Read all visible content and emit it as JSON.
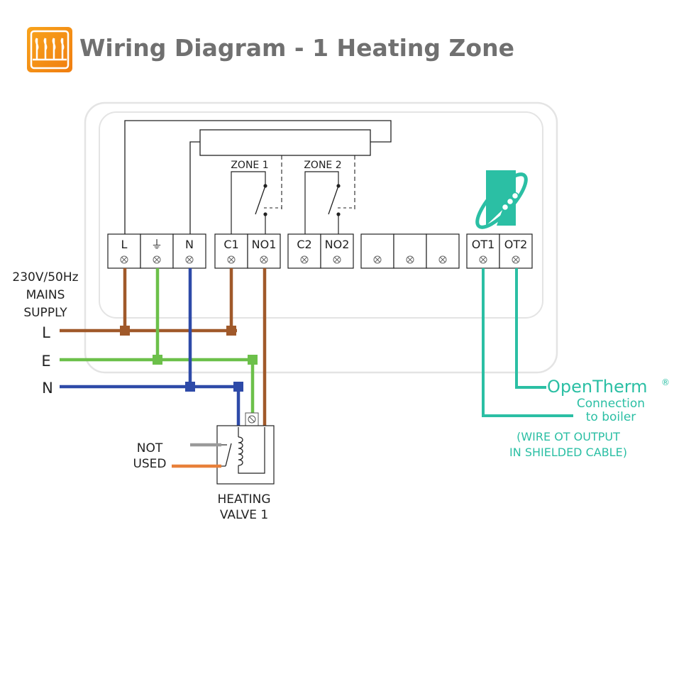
{
  "header": {
    "title": "Wiring Diagram - 1 Heating Zone",
    "icon": "wiring-terminal-icon"
  },
  "terminals": {
    "block1": [
      "L",
      "⏚",
      "N"
    ],
    "block2": [
      "C1",
      "NO1"
    ],
    "block3": [
      "C2",
      "NO2"
    ],
    "block5": [
      "OT1",
      "OT2"
    ]
  },
  "zones": {
    "zone1": "ZONE 1",
    "zone2": "ZONE 2"
  },
  "mains": {
    "line1": "230V/50Hz",
    "line2": "MAINS",
    "line3": "SUPPLY",
    "L": "L",
    "E": "E",
    "N": "N"
  },
  "valve": {
    "not_used_1": "NOT",
    "not_used_2": "USED",
    "label_1": "HEATING",
    "label_2": "VALVE 1"
  },
  "opentherm": {
    "brand": "OpenTherm",
    "reg": "®",
    "connection_1": "Connection",
    "connection_2": "to boiler",
    "note_1": "(WIRE OT OUTPUT",
    "note_2": "IN SHIELDED CABLE)"
  },
  "colors": {
    "live": "#a0592a",
    "earth": "#6cc04a",
    "neutral": "#2e4aa8",
    "opentherm": "#2bbfa4",
    "not_used_grey": "#9a9a9a",
    "not_used_orange": "#e8803a",
    "title": "#707070",
    "logo": "#f39a1a"
  }
}
